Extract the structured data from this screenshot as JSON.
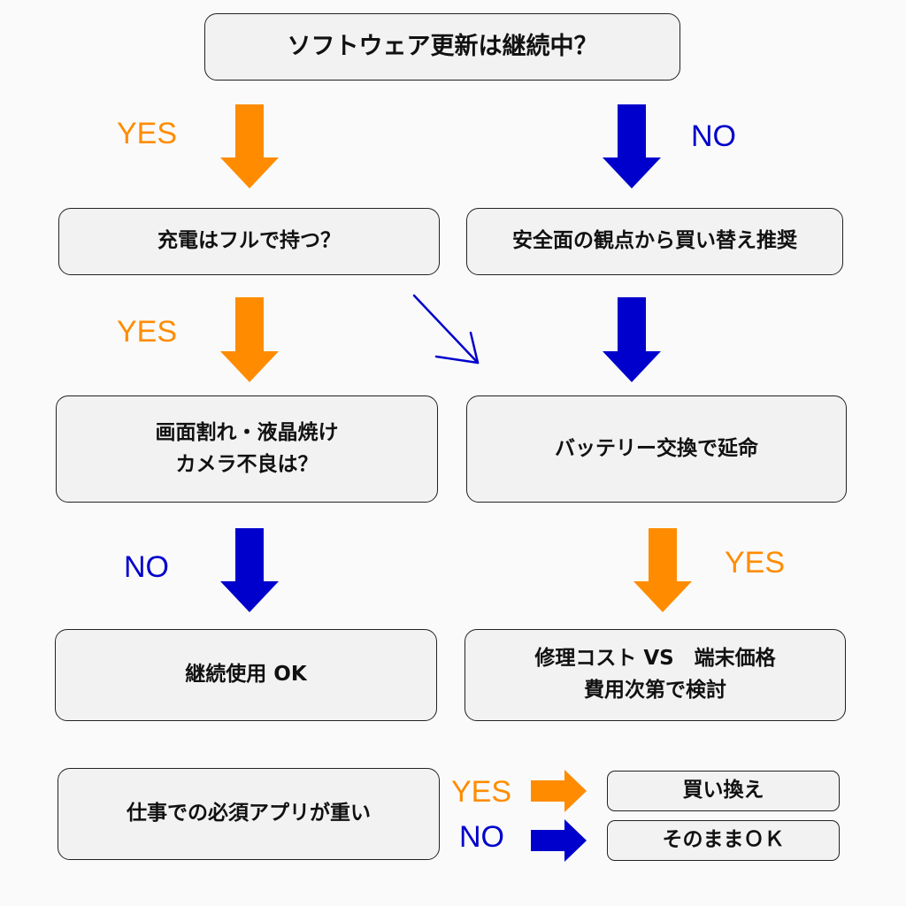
{
  "colors": {
    "yes": "#ff8c00",
    "no": "#0000cc",
    "box_fill": "#f2f2f2",
    "box_border": "#222222"
  },
  "boxes": {
    "start": "ソフトウェア更新は継続中？",
    "charge": "充電はフルで持つ？",
    "replace_recommend": "安全面の観点から買い替え推奨",
    "damage_line1": "画面割れ・液晶焼け",
    "damage_line2": "カメラ不良は？",
    "battery": "バッテリー交換で延命",
    "continue_ok": "継続使用 OK",
    "repair_line1": "修理コスト VS　端末価格",
    "repair_line2": "費用次第で検討",
    "apps": "仕事での必須アプリが重い",
    "buy_new": "買い換え",
    "keep": "そのままＯＫ"
  },
  "labels": {
    "yes": "YES",
    "no": "NO"
  }
}
